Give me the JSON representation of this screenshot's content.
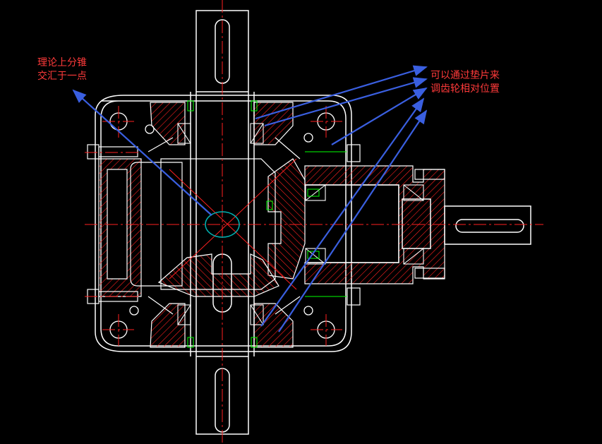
{
  "canvas": {
    "background": "#000000"
  },
  "colors": {
    "outline": "#ffffff",
    "hatch": "#ff2020",
    "centerline": "#ff2020",
    "arrow": "#3a5fe0",
    "note_text": "#ff3a3a",
    "bearing_detail": "#00ff00",
    "cone_apex_circle": "#00b0b0"
  },
  "annotations": {
    "left_note": {
      "lines": [
        "理论上分锥",
        "交汇于一点"
      ]
    },
    "right_note": {
      "lines": [
        "可以通过垫片来",
        "调齿轮相对位置"
      ]
    }
  }
}
